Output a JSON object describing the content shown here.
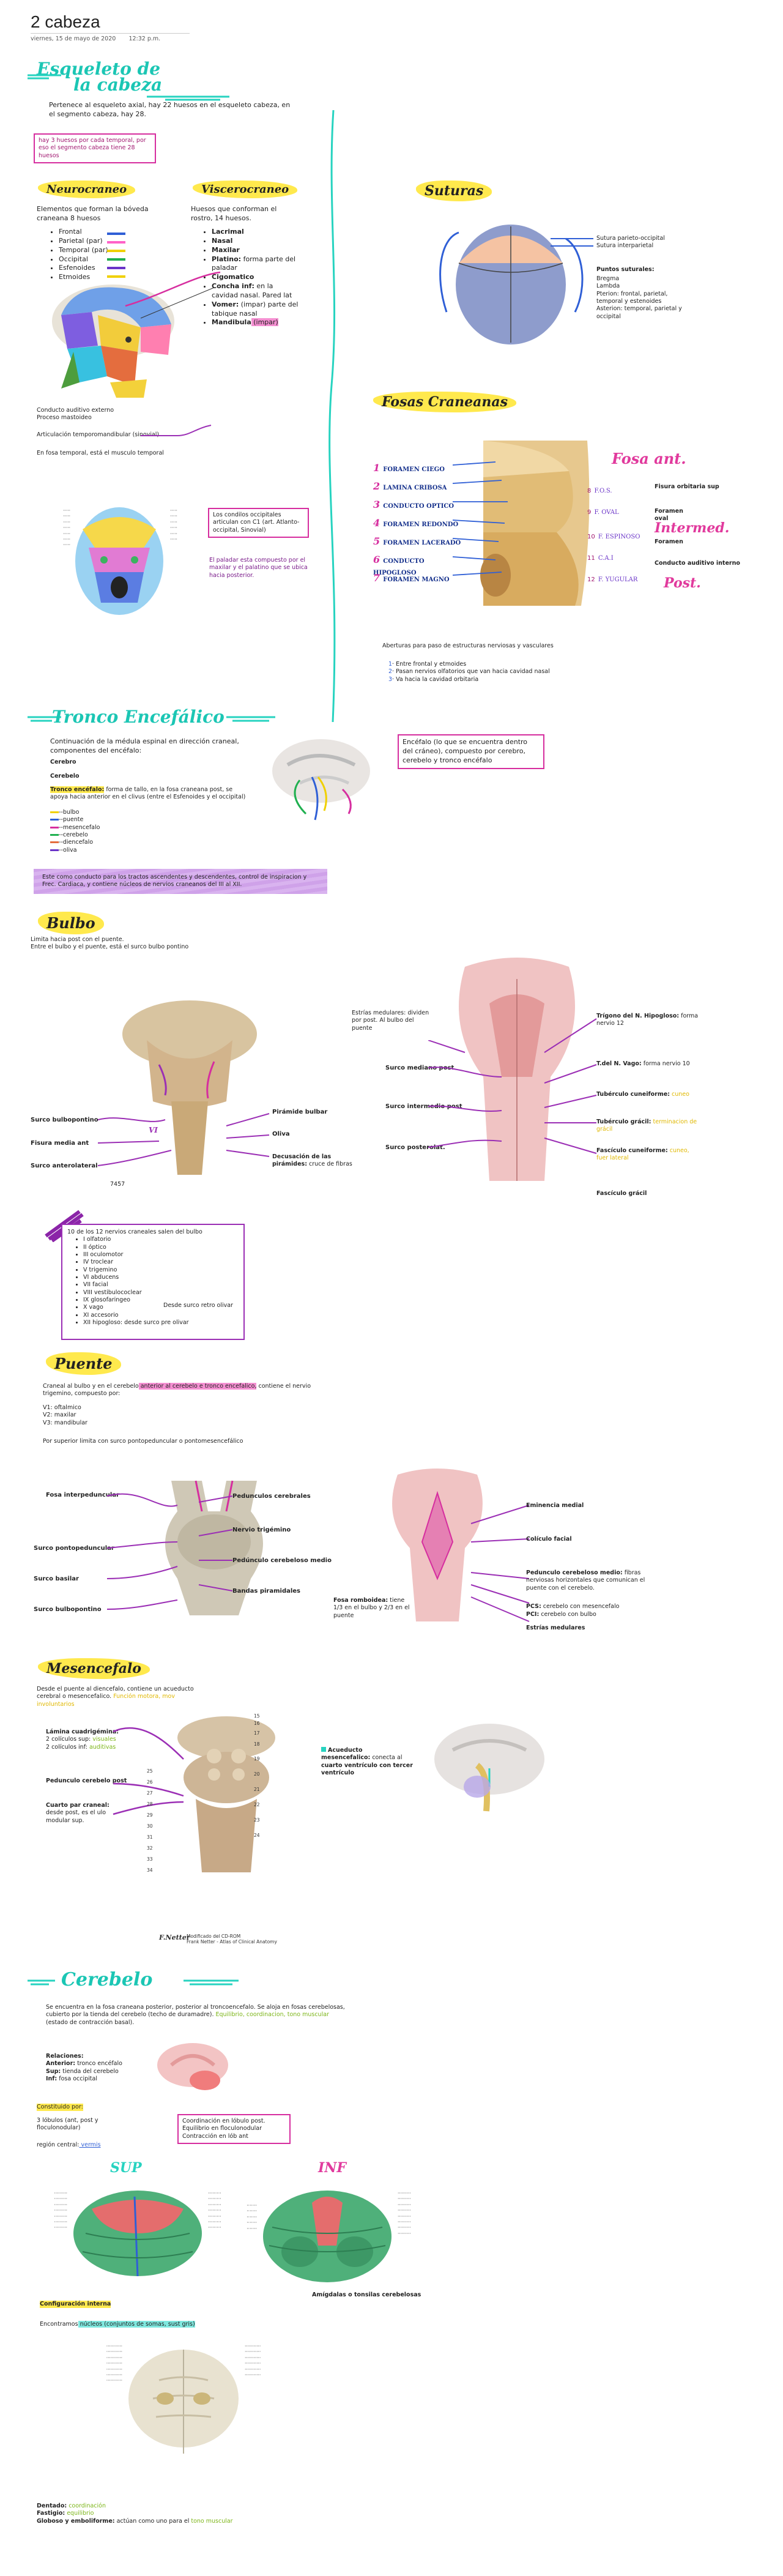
{
  "header": {
    "title": "2 cabeza",
    "date": "viernes, 15 de mayo de 2020",
    "time": "12:32 p.m."
  },
  "esqueleto": {
    "title_line1": "Esqueleto de",
    "title_line2": "la cabeza",
    "intro": "Pertenece al esqueleto axial, hay 22 huesos en el esqueleto cabeza, en el segmento cabeza, hay 28.",
    "note": "hay 3 huesos por cada temporal, por eso el segmento cabeza tiene 28 huesos",
    "neuro_title": "Neurocraneo",
    "neuro_text": "Elementos que forman la bóveda craneana 8 huesos",
    "neuro_items": [
      "Frontal",
      "Parietal (par)",
      "Temporal (par)",
      "Occipital",
      "Esfenoides",
      "Etmoides"
    ],
    "visc_title": "Viscerocraneo",
    "visc_text": "Huesos que conforman el rostro, 14 huesos.",
    "visc_items": [
      {
        "b": "Lacrimal",
        "r": ""
      },
      {
        "b": "Nasal",
        "r": ""
      },
      {
        "b": "Maxilar",
        "r": ""
      },
      {
        "b": "Platino:",
        "r": " forma parte del paladar"
      },
      {
        "b": "Cigomatico",
        "r": ""
      },
      {
        "b": "Concha inf:",
        "r": " en la cavidad nasal. Pared lat"
      },
      {
        "b": "Vomer:",
        "r": " (impar) parte del tabique nasal"
      },
      {
        "b": "Mandibula",
        "r": " (impar)"
      }
    ],
    "meato": "Conducto auditivo externo",
    "mastoid": "Proceso mastoideo",
    "atm": "Articulación temporomandibular (sinovial)",
    "fosa_temp": "En fosa temporal, está el musculo temporal",
    "condilos": "Los condilos occipitales articulan con C1 (art. Atlanto-occipital, Sinovial)",
    "paladar": "El paladar esta compuesto por el maxilar y el palatino que se ubica hacia posterior."
  },
  "suturas": {
    "title": "Suturas",
    "lines": [
      "Sutura parieto-occipital",
      "Sutura interparietal"
    ],
    "puntos_title": "Puntos suturales:",
    "puntos": "Bregma\nLambda\nPterion: frontal, parietal, temporal y estenoides\nAsterion: temporal, parietal y occipital"
  },
  "fosas": {
    "title": "Fosas Craneanas",
    "foramenes": [
      "FORAMEN CIEGO",
      "LAMINA CRIBOSA",
      "CONDUCTO OPTICO",
      "FORAMEN REDONDO",
      "FORAMEN LACERADO",
      "CONDUCTO HIPOGLOSO",
      "FORAMEN MAGNO"
    ],
    "nums": [
      "1",
      "2",
      "3",
      "4",
      "5",
      "6",
      "7"
    ],
    "right_small": [
      "F.O.S.",
      "F. OVAL",
      "F. ESPINOSO",
      "C.A.I",
      "F. YUGULAR"
    ],
    "right_nums": [
      "8",
      "9",
      "10",
      "11",
      "12"
    ],
    "ant": "Fosa ant.",
    "inter": "Intermed.",
    "post": "Post.",
    "fisura": "Fisura orbitaria sup",
    "foramen_oval": "Foramen oval",
    "foramen": "Foramen",
    "conducto_aud": "Conducto auditivo interno",
    "aberturas": "Aberturas para paso de estructuras nerviosas y vasculares",
    "bullets": [
      "Entre frontal y etmoides",
      "Pasan nervios olfatorios que van hacia cavidad nasal",
      "Va hacia la cavidad orbitaria"
    ],
    "bullet_nums": [
      "1",
      "2",
      "3"
    ],
    "encefalo_box": "Encéfalo (lo que se encuentra dentro del cráneo), compuesto por cerebro, cerebelo y tronco encéfalo"
  },
  "tronco": {
    "title": "Tronco Encefálico",
    "intro": "Continuación de la médula espinal en dirección craneal, componentes del encéfalo:",
    "cerebro": "Cerebro",
    "cerebelo": "Cerebelo",
    "tronco_bold": "Tronco encéfalo:",
    "tronco_text": " forma de tallo, en la fosa craneana post, se apoya hacia anterior en el clivus (entre el Esfenoides y el occipital)",
    "legend": [
      "--bulbo",
      "--puente",
      "--mesencefalo",
      "--cerebelo",
      "--diencefalo",
      "--oliva"
    ],
    "banner": "Este como conducto para los tractos ascendentes y descendentes, control de inspiracion y Frec. Cardiaca, y contiene núcleos de nervios craneanos del III al XII."
  },
  "bulbo": {
    "title": "Bulbo",
    "intro": "Limita hacia post con el puente.\nEntre el bulbo y el puente, está el surco bulbo pontino",
    "left_labels": [
      "Surco bulbopontino",
      "Fisura media ant",
      "Surco anterolateral"
    ],
    "right_labels": [
      "Pirámide bulbar",
      "Oliva",
      "Decusación de las pirámides:"
    ],
    "decus_rest": " cruce de fibras",
    "vi": "VI",
    "fig": "7457",
    "estrias": "Estrías medulares: dividen por post. Al bulbo del puente",
    "mid_labels": [
      "Surco mediano post",
      "Surco intermedio post",
      "Surco posterolat."
    ],
    "far_right": [
      {
        "b": "Trígono del N. Hipogloso:",
        "r": " forma nervio 12",
        "c": ""
      },
      {
        "b": "T.del N. Vago:",
        "r": " forma nervio 10",
        "c": ""
      },
      {
        "b": "Tubérculo cuneiforme:",
        "r": " cuneo",
        "c": "yellow"
      },
      {
        "b": "Tubérculo grácil:",
        "r": " terminacion de grácil",
        "c": "yellow"
      },
      {
        "b": "Fascículo cuneiforme:",
        "r": " cuneo, fuer lateral",
        "c": "yellow"
      },
      {
        "b": "Fascículo grácil",
        "r": "",
        "c": ""
      }
    ],
    "nervios_title": "10 de los 12 nervios craneales salen del bulbo",
    "nervios": [
      "I olfatorio",
      "II óptico",
      "III oculomotor",
      "IV troclear",
      "V trigemino",
      "VI abducens",
      "VII facial",
      "VIII vestibulococlear",
      "IX glosofaringeo",
      "X vago",
      "XI accesorio",
      "XII hipogloso: desde surco pre olivar"
    ],
    "nervio_note": "Desde surco retro olivar"
  },
  "puente": {
    "title": "Puente",
    "intro": "Craneal al bulbo y en el cerebelo",
    "intro_hl": " anterior al cerebelo e tronco encefalico,",
    "intro_rest": " contiene el nervio trigemino, compuesto por:",
    "v": [
      "V1: oftalmico",
      "V2: maxilar",
      "V3: mandibular"
    ],
    "limit": "Por superior limita con surco pontopeduncular o pontomesencefálico",
    "left_labels": [
      "Fosa interpeduncular",
      "Surco pontopeduncular",
      "Surco basilar",
      "Surco bulbopontino"
    ],
    "right_labels": [
      "Pedunculos cerebrales",
      "Nervio trigémino",
      "Pedúnculo cerebeloso medio",
      "Bandas piramidales"
    ],
    "rhomboid": "Fosa romboidea:",
    "rhomboid_rest": " tiene 1/3 en el bulbo y 2/3 en el puente",
    "far_right": [
      {
        "b": "Eminencia medial",
        "r": ""
      },
      {
        "b": "Colículo facial",
        "r": ""
      },
      {
        "b": "Pedunculo cerebeloso medio:",
        "r": " fibras nerviosas horizontales que comunican el puente con el cerebelo."
      },
      {
        "b": "PCS:",
        "r": " cerebelo con mesencefalo"
      },
      {
        "b": "PCI:",
        "r": " cerebelo con bulbo"
      },
      {
        "b": "Estrías medulares",
        "r": ""
      }
    ]
  },
  "mesencefalo": {
    "title": "Mesencefalo",
    "intro": "Desde el puente al diencefalo, contiene un acueducto cerebral o mesencefalico.",
    "intro_hl": " Función motora, mov involuntarios",
    "lamina": "Lámina cuadrigémina:",
    "lamina_lines": [
      "2 colículos sup:",
      "2 colículos inf:"
    ],
    "lamina_hl": [
      " visuales",
      " auditivas"
    ],
    "ped": "Pedunculo cerebelo post",
    "cuarto": "Cuarto par craneal:",
    "cuarto_rest": " desde post, es el ulo modular sup.",
    "acueducto": "Acueducto mesencefalico:",
    "acueducto_rest": " conecta al",
    "acueducto_b": " cuarto ventrículo con tercer ventrículo",
    "nums": [
      "15",
      "16",
      "17",
      "18",
      "19",
      "20",
      "21",
      "22",
      "23",
      "24",
      "25",
      "26",
      "27",
      "28",
      "29",
      "30",
      "31",
      "32",
      "33",
      "34"
    ],
    "credit1": "Modificado del CD-ROM",
    "credit2": "Frank Netter - Atlas of Clinical Anatomy",
    "signature": "F.Netter"
  },
  "cerebelo": {
    "title": "Cerebelo",
    "intro": "Se encuentra en la fosa craneana posterior, posterior al troncoencefalo. Se aloja en fosas cerebelosas, cubierto por la tienda del cerebelo (techo de duramadre).",
    "intro_hl": " Equilibrio, coordinacion, tono muscular",
    "intro_end": " (estado de contracción basal).",
    "rel_title": "Relaciones:",
    "rel": [
      {
        "b": "Anterior:",
        "r": " tronco encéfalo"
      },
      {
        "b": "Sup:",
        "r": " tienda del cerebelo"
      },
      {
        "b": "Inf:",
        "r": " fosa occipital"
      }
    ],
    "constituido": "Constituido por:",
    "lobulos": "3 lóbulos (ant, post y floculonodular)",
    "region": "región central:",
    "region_hl": " vermis",
    "coord": "Coordinación en lóbulo post.\nEquilibrio en floculonodular\nContracción en lób ant",
    "sup": "SUP",
    "inf": "INF",
    "amigdalas": "Amígdalas o tonsilas cerebelosas",
    "config": "Configuración interna",
    "encontramos": "Encontramos",
    "encontramos_hl": " núcleos (conjuntos de somas, sust gris)",
    "nuclei": [
      {
        "b": "Dentado:",
        "r": " coordinación"
      },
      {
        "b": "Fastigio:",
        "r": " equilibrio"
      },
      {
        "b": "Globoso y emboliforme:",
        "r": " actúan como uno para el",
        "h": " tono muscular"
      }
    ]
  }
}
